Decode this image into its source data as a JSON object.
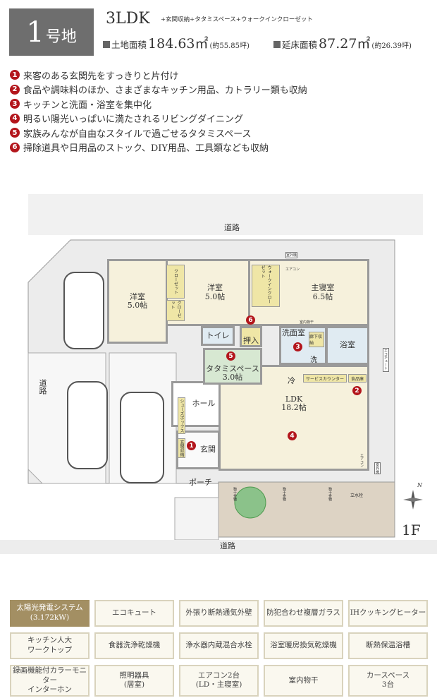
{
  "header": {
    "lot_number": "1",
    "lot_suffix": "号地",
    "layout": "3LDK",
    "extras": "+玄関収納+タタミスペース+ウォークインクローゼット",
    "land_area": {
      "label": "土地面積",
      "value": "184.63㎡",
      "tsubo": "(約55.85坪)"
    },
    "floor_area": {
      "label": "延床面積",
      "value": "87.27㎡",
      "tsubo": "(約26.39坪)"
    }
  },
  "features": [
    {
      "num": "1",
      "text": "来客のある玄関先をすっきりと片付け"
    },
    {
      "num": "2",
      "text": "食品や調味料のほか、さまざまなキッチン用品、カトラリー類も収納"
    },
    {
      "num": "3",
      "text": "キッチンと洗面・浴室を集中化"
    },
    {
      "num": "4",
      "text": "明るい陽光いっぱいに満たされるリビングダイニング"
    },
    {
      "num": "5",
      "text": "家族みんなが自由なスタイルで過ごせるタタミスペース"
    },
    {
      "num": "6",
      "text": "掃除道具や日用品のストック、DIY用品、工具類なども収納"
    }
  ],
  "plan": {
    "road_top": "道路",
    "road_left": "道路",
    "road_bottom": "道路",
    "floor": "1F",
    "compass": "N",
    "rooms": {
      "western1": "洋室\n5.0帖",
      "western2": "洋室\n5.0帖",
      "master": "主寝室\n6.5帖",
      "toilet": "トイレ",
      "oshiire": "押入",
      "washroom": "洗面室",
      "bath": "浴室",
      "tatami": "タタミスペース\n3.0帖",
      "hall": "ホール",
      "entrance": "玄関",
      "ldk": "LDK\n18.2帖",
      "porch": "ポーチ",
      "fridge": "冷",
      "wash": "洗"
    },
    "closets": {
      "c1": "クローゼット",
      "c2": "クローゼット",
      "wic": "ウォークインクローゼット",
      "hallway_storage": "廊下収納",
      "service_counter": "サービスカウンター",
      "pantry": "食品庫",
      "shoes": "シューズボックス",
      "entry_storage": "玄関収納",
      "aircon1": "エアコン",
      "aircon2": "エアコン",
      "outdoor_unit1": "室外機",
      "outdoor_unit2": "室外機",
      "indoor_dry": "室内物干",
      "laundry_hw": "物干金物",
      "faucet": "立水栓",
      "ecocute": "エコキュート"
    }
  },
  "equipment": [
    {
      "label": "太陽光発電システム\n(3.172kW)",
      "highlight": true
    },
    {
      "label": "エコキュート"
    },
    {
      "label": "外張り断熱通気外壁"
    },
    {
      "label": "防犯合わせ複層ガラス"
    },
    {
      "label": "IHクッキングヒーター"
    },
    {
      "label": "キッチン人大\nワークトップ"
    },
    {
      "label": "食器洗浄乾燥機"
    },
    {
      "label": "浄水器内蔵混合水栓"
    },
    {
      "label": "浴室暖房換気乾燥機"
    },
    {
      "label": "断熱保温浴槽"
    },
    {
      "label": "録画機能付カラーモニター\nインターホン"
    },
    {
      "label": "照明器具\n(居室)"
    },
    {
      "label": "エアコン2台\n(LD・主寝室)"
    },
    {
      "label": "室内物干"
    },
    {
      "label": "カースペース\n3台"
    }
  ],
  "colors": {
    "accent": "#b3161c",
    "header_box": "#6e6e6e",
    "highlight_cell": "#a38f63",
    "room": "#f6f1dc",
    "tatami": "#d7e8d2",
    "garden": "#ddd3c4"
  }
}
